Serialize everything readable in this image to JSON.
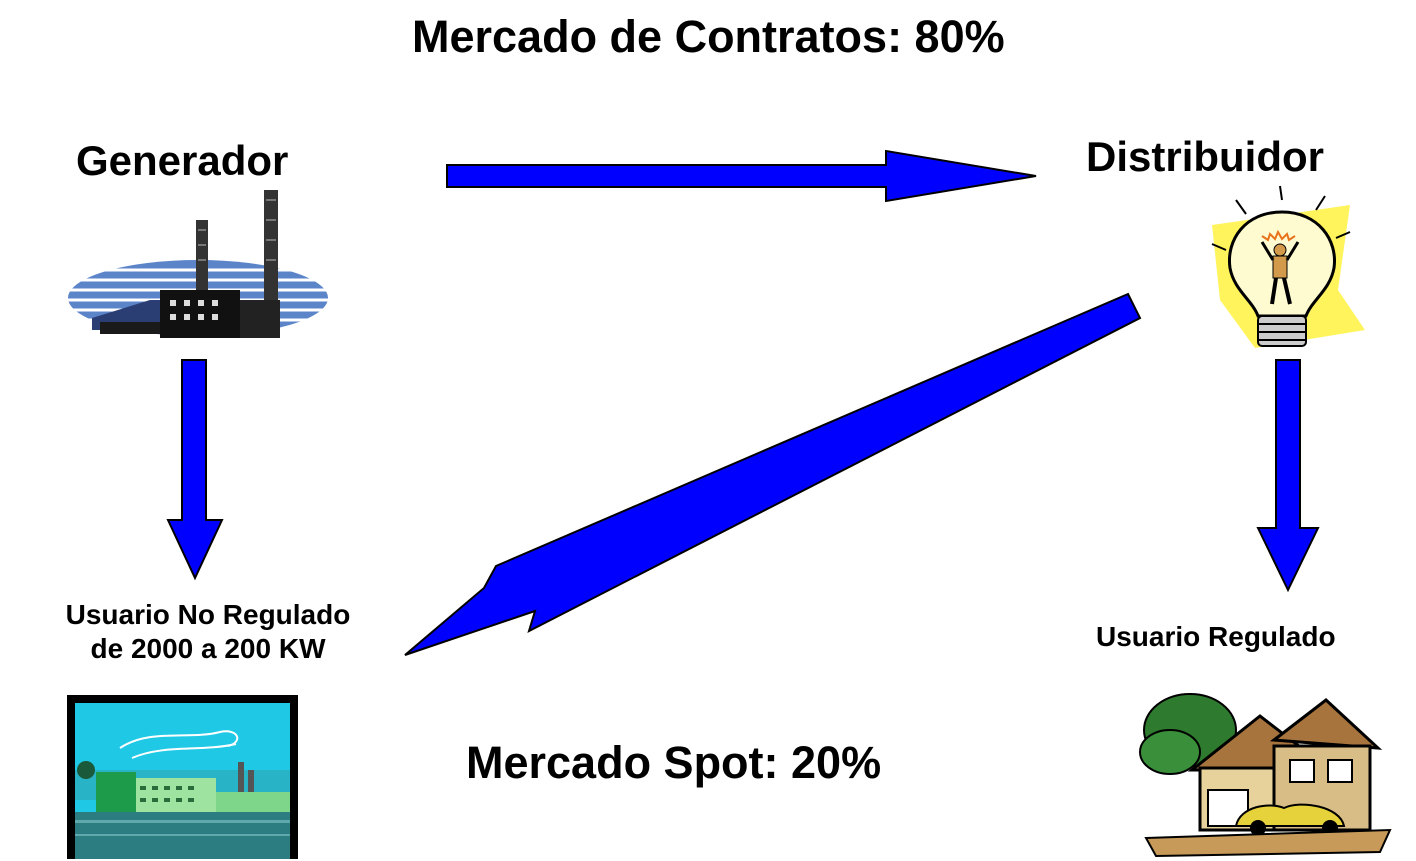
{
  "title_contracts": "Mercado de Contratos: 80%",
  "title_spot": "Mercado Spot: 20%",
  "nodes": {
    "generator": "Generador",
    "distributor": "Distribuidor",
    "non_regulated_line1": "Usuario No Regulado",
    "non_regulated_line2": "de 2000 a 200 KW",
    "regulated": "Usuario Regulado"
  },
  "colors": {
    "arrow_fill": "#0000FF",
    "arrow_stroke": "#000000",
    "bulb_glow": "#FFF45C",
    "factory_sky": "#1FC9E6"
  },
  "icons": [
    "power-plant-icon",
    "light-bulb-icon",
    "factory-icon",
    "house-icon"
  ]
}
